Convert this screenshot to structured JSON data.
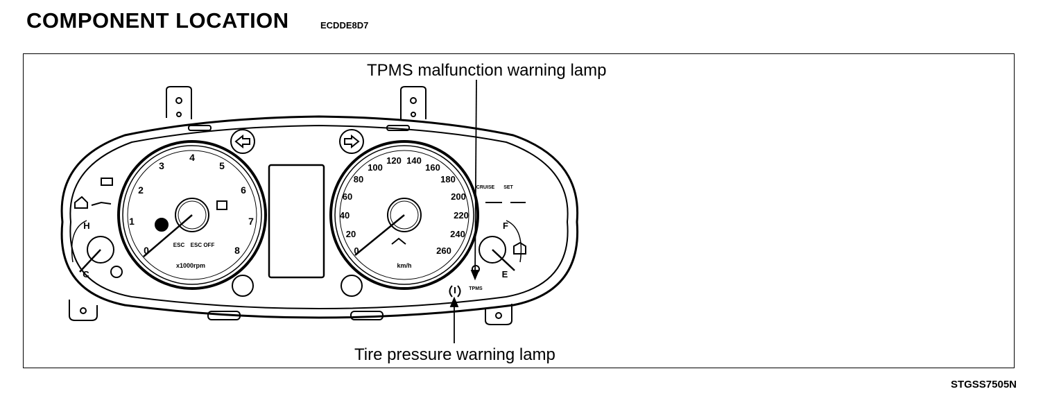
{
  "header": {
    "title": "COMPONENT LOCATION",
    "code": "ECDDE8D7"
  },
  "callouts": {
    "tpms_malfunction": "TPMS malfunction warning lamp",
    "tire_pressure": "Tire pressure warning lamp"
  },
  "figure_ref": "STGSS7505N",
  "cluster": {
    "tach_labels": [
      "0",
      "1",
      "2",
      "3",
      "4",
      "5",
      "6",
      "7",
      "8"
    ],
    "tach_unit": "x1000rpm",
    "speedo_labels": [
      "0",
      "20",
      "40",
      "60",
      "80",
      "100",
      "120",
      "140",
      "160",
      "180",
      "200",
      "220",
      "240",
      "260"
    ],
    "speedo_unit": "km/h",
    "temp_labels": [
      "H",
      "C"
    ],
    "fuel_labels": [
      "F",
      "E"
    ],
    "tpms_lamp_text": "TPMS",
    "esc_text": "ESC",
    "esc_off_text": "ESC OFF",
    "cruise_text": "CRUISE",
    "set_text": "SET"
  }
}
